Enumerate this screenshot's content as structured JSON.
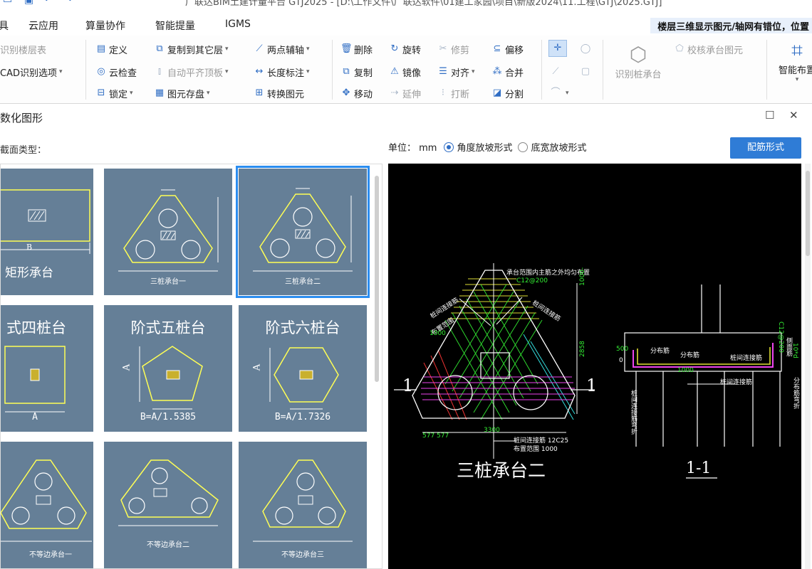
{
  "titlebar": {
    "title": "广联达BIM土建计量平台 GTJ2025 - [D:\\工作文件\\广联达软件\\01建工家园\\项目\\新版2024\\11.工程\\GTJ\\2025.GTJ]"
  },
  "menu": {
    "items": [
      "具",
      "云应用",
      "算量协作",
      "智能提量",
      "IGMS"
    ],
    "notice": "楼层三维显示图元/轴网有错位，位置"
  },
  "ribbon": {
    "group1": {
      "recognize_floor": "识别楼层表",
      "cad_options": "CAD识别选项"
    },
    "group2": {
      "define": "定义",
      "copy_to_floor": "复制到其它层",
      "two_point_axis": "两点辅轴",
      "cloud_check": "云检查",
      "auto_flush": "自动平齐顶板",
      "length_dim": "长度标注",
      "lock": "锁定",
      "store_element": "图元存盘",
      "convert_element": "转换图元"
    },
    "group3": {
      "delete": "删除",
      "rotate": "旋转",
      "trim": "修剪",
      "offset": "偏移",
      "copy": "复制",
      "mirror": "镜像",
      "align": "对齐",
      "merge": "合并",
      "move": "移动",
      "extend": "延伸",
      "break": "打断",
      "split": "分割"
    },
    "group4": {
      "recognize_cap": "识别桩承台",
      "check_cap": "校核承台图元"
    },
    "group5": {
      "smart_layout": "智能布置"
    }
  },
  "dialog": {
    "title": "数化图形",
    "section_label": "截面类型：",
    "unit_label": "单位：  mm",
    "radio_angle": "角度放坡形式",
    "radio_width": "底宽放坡形式",
    "selected_radio": "angle",
    "rebar_button": "配筋形式"
  },
  "gallery": {
    "tiles": [
      {
        "id": "rect",
        "label": "矩形承台",
        "dim": "B"
      },
      {
        "id": "tri1",
        "label": "三桩承台一"
      },
      {
        "id": "tri2",
        "label": "三桩承台二"
      },
      {
        "id": "step4",
        "label": "式四桩台",
        "dim": "A"
      },
      {
        "id": "step5",
        "label": "阶式五桩台",
        "formula": "B=A/1.5385",
        "dim": "A"
      },
      {
        "id": "step6",
        "label": "阶式六桩台",
        "formula": "B=A/1.7326",
        "dim": "A"
      },
      {
        "id": "uneq1",
        "label": "不等边承台一"
      },
      {
        "id": "uneq2",
        "label": "不等边承台二"
      },
      {
        "id": "uneq3",
        "label": "不等边承台三"
      }
    ],
    "selected": "tri2"
  },
  "preview": {
    "plan_title": "三桩承台二",
    "section_title": "1-1",
    "section_mark": "1",
    "notes": {
      "outer_rebar": "承台范围内主筋之外均匀布置",
      "outer_spec": "C12@200",
      "pile_link_left": "桩间连接筋",
      "pile_link_right": "桩间连接筋",
      "layout_range": "布置范围",
      "range_1000": "1000",
      "dim_2858": "2858",
      "dim_1000": "1000-",
      "dim_3300": "3300",
      "dim_577": "577 577",
      "bottom_link": "桩间连接筋 12C25",
      "bottom_range": "布置范围 1000",
      "dist_rebar": "分布筋",
      "dist_rebar2": "分布筋",
      "pile_link_sec": "桩间连接筋",
      "side_rebar": "侧面筋",
      "sec_500": "500",
      "sec_0": "0",
      "sec_link_bottom": "桩间连接筋",
      "sec_bend": "桩间连接筋弯折",
      "sec_dist_bend": "分布筋弯折",
      "sec_10d": "10*d",
      "sec_c12": "C12@200",
      "sec_1000": "1000"
    }
  }
}
